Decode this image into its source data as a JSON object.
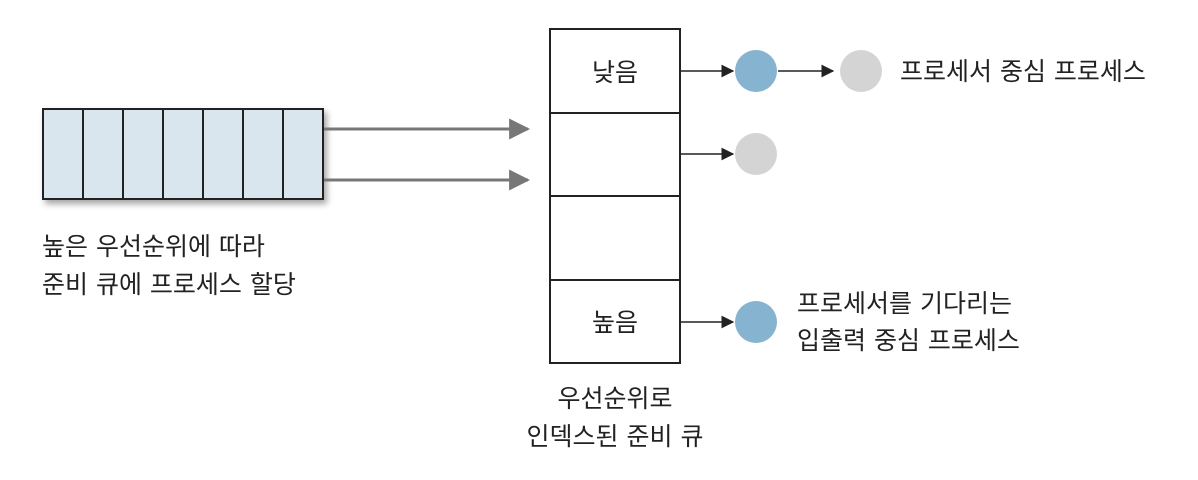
{
  "colors": {
    "queue_fill": "#d9e6ee",
    "process_blue": "#86b3cf",
    "process_gray": "#d4d4d4",
    "connector": "#777777",
    "arrow": "#222222"
  },
  "queue": {
    "cell_count": 7,
    "caption_line1": "높은 우선순위에 따라",
    "caption_line2": "준비 큐에 프로세스 할당"
  },
  "priority_queue": {
    "slots": [
      {
        "label": "낮음"
      },
      {
        "label": ""
      },
      {
        "label": ""
      },
      {
        "label": "높음"
      }
    ],
    "caption_line1": "우선순위로",
    "caption_line2": "인덱스된 준비 큐"
  },
  "processes": {
    "cpu_bound_label": "프로세서 중심 프로세스",
    "io_bound_label_line1": "프로세서를 기다리는",
    "io_bound_label_line2": "입출력 중심 프로세스"
  }
}
